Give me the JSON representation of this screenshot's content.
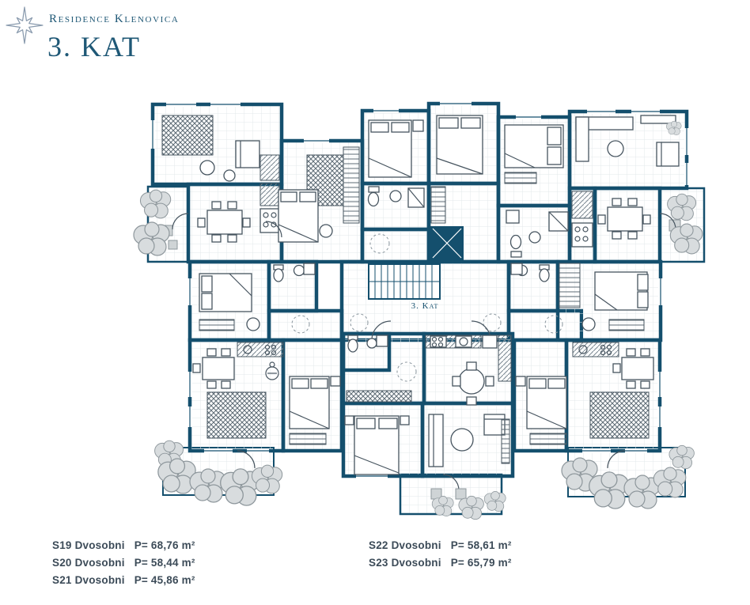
{
  "header": {
    "brand": "Residence Klenovica",
    "title": "3. KAT"
  },
  "plan": {
    "floor_label": "3. Kat",
    "colors": {
      "wall": "#144f6d",
      "floor_grid": "#e3e8eb",
      "plants": "#8e979c",
      "accent_text": "#1f5876",
      "legend_text": "#3c4b58"
    }
  },
  "legend": {
    "columns": [
      {
        "items": [
          {
            "unit": "S19 Dvosobni",
            "area": "P= 68,76 m²"
          },
          {
            "unit": "S20 Dvosobni",
            "area": "P= 58,44 m²"
          },
          {
            "unit": "S21 Dvosobni",
            "area": "P= 45,86 m²"
          }
        ]
      },
      {
        "items": [
          {
            "unit": "S22 Dvosobni",
            "area": "P= 58,61 m²"
          },
          {
            "unit": "S23 Dvosobni",
            "area": "P= 65,79 m²"
          }
        ]
      }
    ]
  }
}
